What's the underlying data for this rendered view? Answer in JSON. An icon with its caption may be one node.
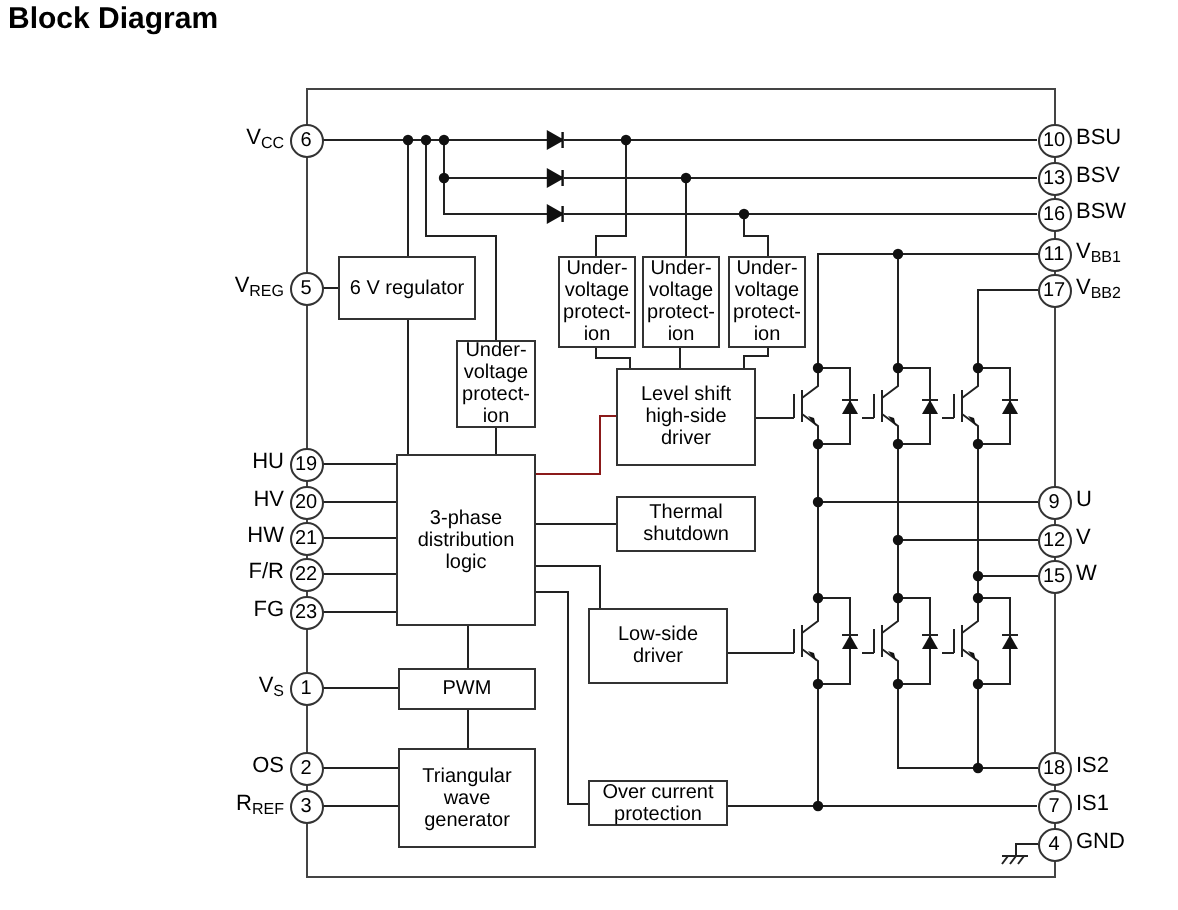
{
  "diagram": {
    "title": "Block Diagram",
    "nodes": [
      {
        "text": [
          "6"
        ],
        "beside": [
          "V$_{CC}$"
        ]
      },
      {
        "text": [
          "10"
        ],
        "beside": [
          "BSU"
        ]
      },
      {
        "text": [
          "13"
        ],
        "beside": [
          "BSV"
        ]
      },
      {
        "text": [
          "16"
        ],
        "beside": [
          "BSW"
        ]
      },
      {
        "text": [
          "11"
        ],
        "beside": [
          "V$_{BB1}$"
        ]
      },
      {
        "text": [
          "5"
        ],
        "beside": [
          "V$_{REG}$"
        ]
      },
      {
        "text": [
          "6 V regulator"
        ]
      },
      {
        "text": [
          "17"
        ],
        "beside": [
          "V$_{BB2}$"
        ]
      },
      {
        "text": [
          "Under- voltage protect- ion"
        ]
      },
      {
        "text": [
          "Under- voltage protect- ion"
        ]
      },
      {
        "text": [
          "Under- voltage protect- ion"
        ]
      },
      {
        "text": [
          "Under- voltage protect- ion"
        ]
      },
      {
        "text": [
          "Level shift high-side driver"
        ]
      },
      {
        "text": [
          "19"
        ],
        "beside": [
          "HU"
        ]
      },
      {
        "text": [
          "3-phase distribution logic"
        ]
      },
      {
        "text": [
          "20"
        ],
        "beside": [
          "HV"
        ]
      },
      {
        "text": [
          "9"
        ],
        "beside": [
          "U"
        ]
      },
      {
        "text": [
          "Thermal shutdown"
        ]
      },
      {
        "text": [
          "21"
        ],
        "beside": [
          "HW"
        ]
      },
      {
        "text": [
          "12"
        ],
        "beside": [
          "V"
        ]
      },
      {
        "text": [
          "22"
        ],
        "beside": [
          "F/R"
        ]
      },
      {
        "text": [
          "15"
        ],
        "beside": [
          "W"
        ]
      },
      {
        "text": [
          "23"
        ],
        "beside": [
          "FG"
        ]
      },
      {
        "text": [
          "Low-side driver"
        ]
      },
      {
        "text": [
          "1"
        ],
        "beside": [
          "V$_{S}$"
        ]
      },
      {
        "text": [
          "PWM"
        ]
      },
      {
        "text": [
          "2"
        ],
        "beside": [
          "OS"
        ]
      },
      {
        "text": [
          "Triangular wave generator"
        ]
      },
      {
        "text": [
          "18"
        ],
        "beside": [
          "IS2"
        ]
      },
      {
        "text": [
          "3"
        ],
        "beside": [
          "R$_{REF}$"
        ]
      },
      {
        "text": [
          "Over current protection"
        ]
      },
      {
        "text": [
          "7"
        ],
        "beside": [
          "IS1"
        ]
      },
      {
        "text": [
          "4"
        ],
        "beside": [
          "GND"
        ]
      },
      {
        "text": [],
        "shape": "diode"
      },
      {
        "text": [],
        "shape": "diode"
      },
      {
        "text": [],
        "shape": "diode"
      }
    ],
    "edges": [
      {
        "from": 0,
        "to": 33,
        "arrow": "none"
      },
      {
        "from": 0,
        "to": 34,
        "arrow": "none"
      },
      {
        "from": 0,
        "to": 35,
        "arrow": "none"
      },
      {
        "from": 0,
        "to": 6,
        "arrow": "none"
      },
      {
        "from": 0,
        "to": 11,
        "arrow": "none"
      },
      {
        "from": 1,
        "to": 8,
        "arrow": "none"
      },
      {
        "from": 2,
        "to": 9,
        "arrow": "none"
      },
      {
        "from": 3,
        "to": 10,
        "arrow": "none"
      },
      {
        "from": 8,
        "to": 12,
        "arrow": "none"
      },
      {
        "from": 9,
        "to": 12,
        "arrow": "none"
      },
      {
        "from": 10,
        "to": 12,
        "arrow": "none"
      },
      {
        "from": 5,
        "to": 6,
        "arrow": "none"
      },
      {
        "from": 6,
        "to": 14,
        "arrow": "none"
      },
      {
        "from": 11,
        "to": 14,
        "arrow": "none"
      },
      {
        "from": 14,
        "to": 12,
        "arrow": "none",
        "color": "#8b1a1a"
      },
      {
        "from": 14,
        "to": 17,
        "arrow": "none"
      },
      {
        "from": 14,
        "to": 23,
        "arrow": "none"
      },
      {
        "from": 14,
        "to": 30,
        "arrow": "none"
      },
      {
        "from": 13,
        "to": 14,
        "arrow": "none"
      },
      {
        "from": 15,
        "to": 14,
        "arrow": "none"
      },
      {
        "from": 18,
        "to": 14,
        "arrow": "none"
      },
      {
        "from": 20,
        "to": 14,
        "arrow": "none"
      },
      {
        "from": 22,
        "to": 14,
        "arrow": "none"
      },
      {
        "from": 14,
        "to": 25,
        "arrow": "none"
      },
      {
        "from": 25,
        "to": 27,
        "arrow": "none"
      },
      {
        "from": 24,
        "to": 25,
        "arrow": "none"
      },
      {
        "from": 26,
        "to": 27,
        "arrow": "none"
      },
      {
        "from": 29,
        "to": 27,
        "arrow": "none"
      },
      {
        "from": 30,
        "to": 31,
        "arrow": "none"
      },
      {
        "from": 33,
        "to": 1,
        "arrow": "none"
      },
      {
        "from": 34,
        "to": 2,
        "arrow": "none"
      },
      {
        "from": 35,
        "to": 3,
        "arrow": "none"
      }
    ]
  }
}
